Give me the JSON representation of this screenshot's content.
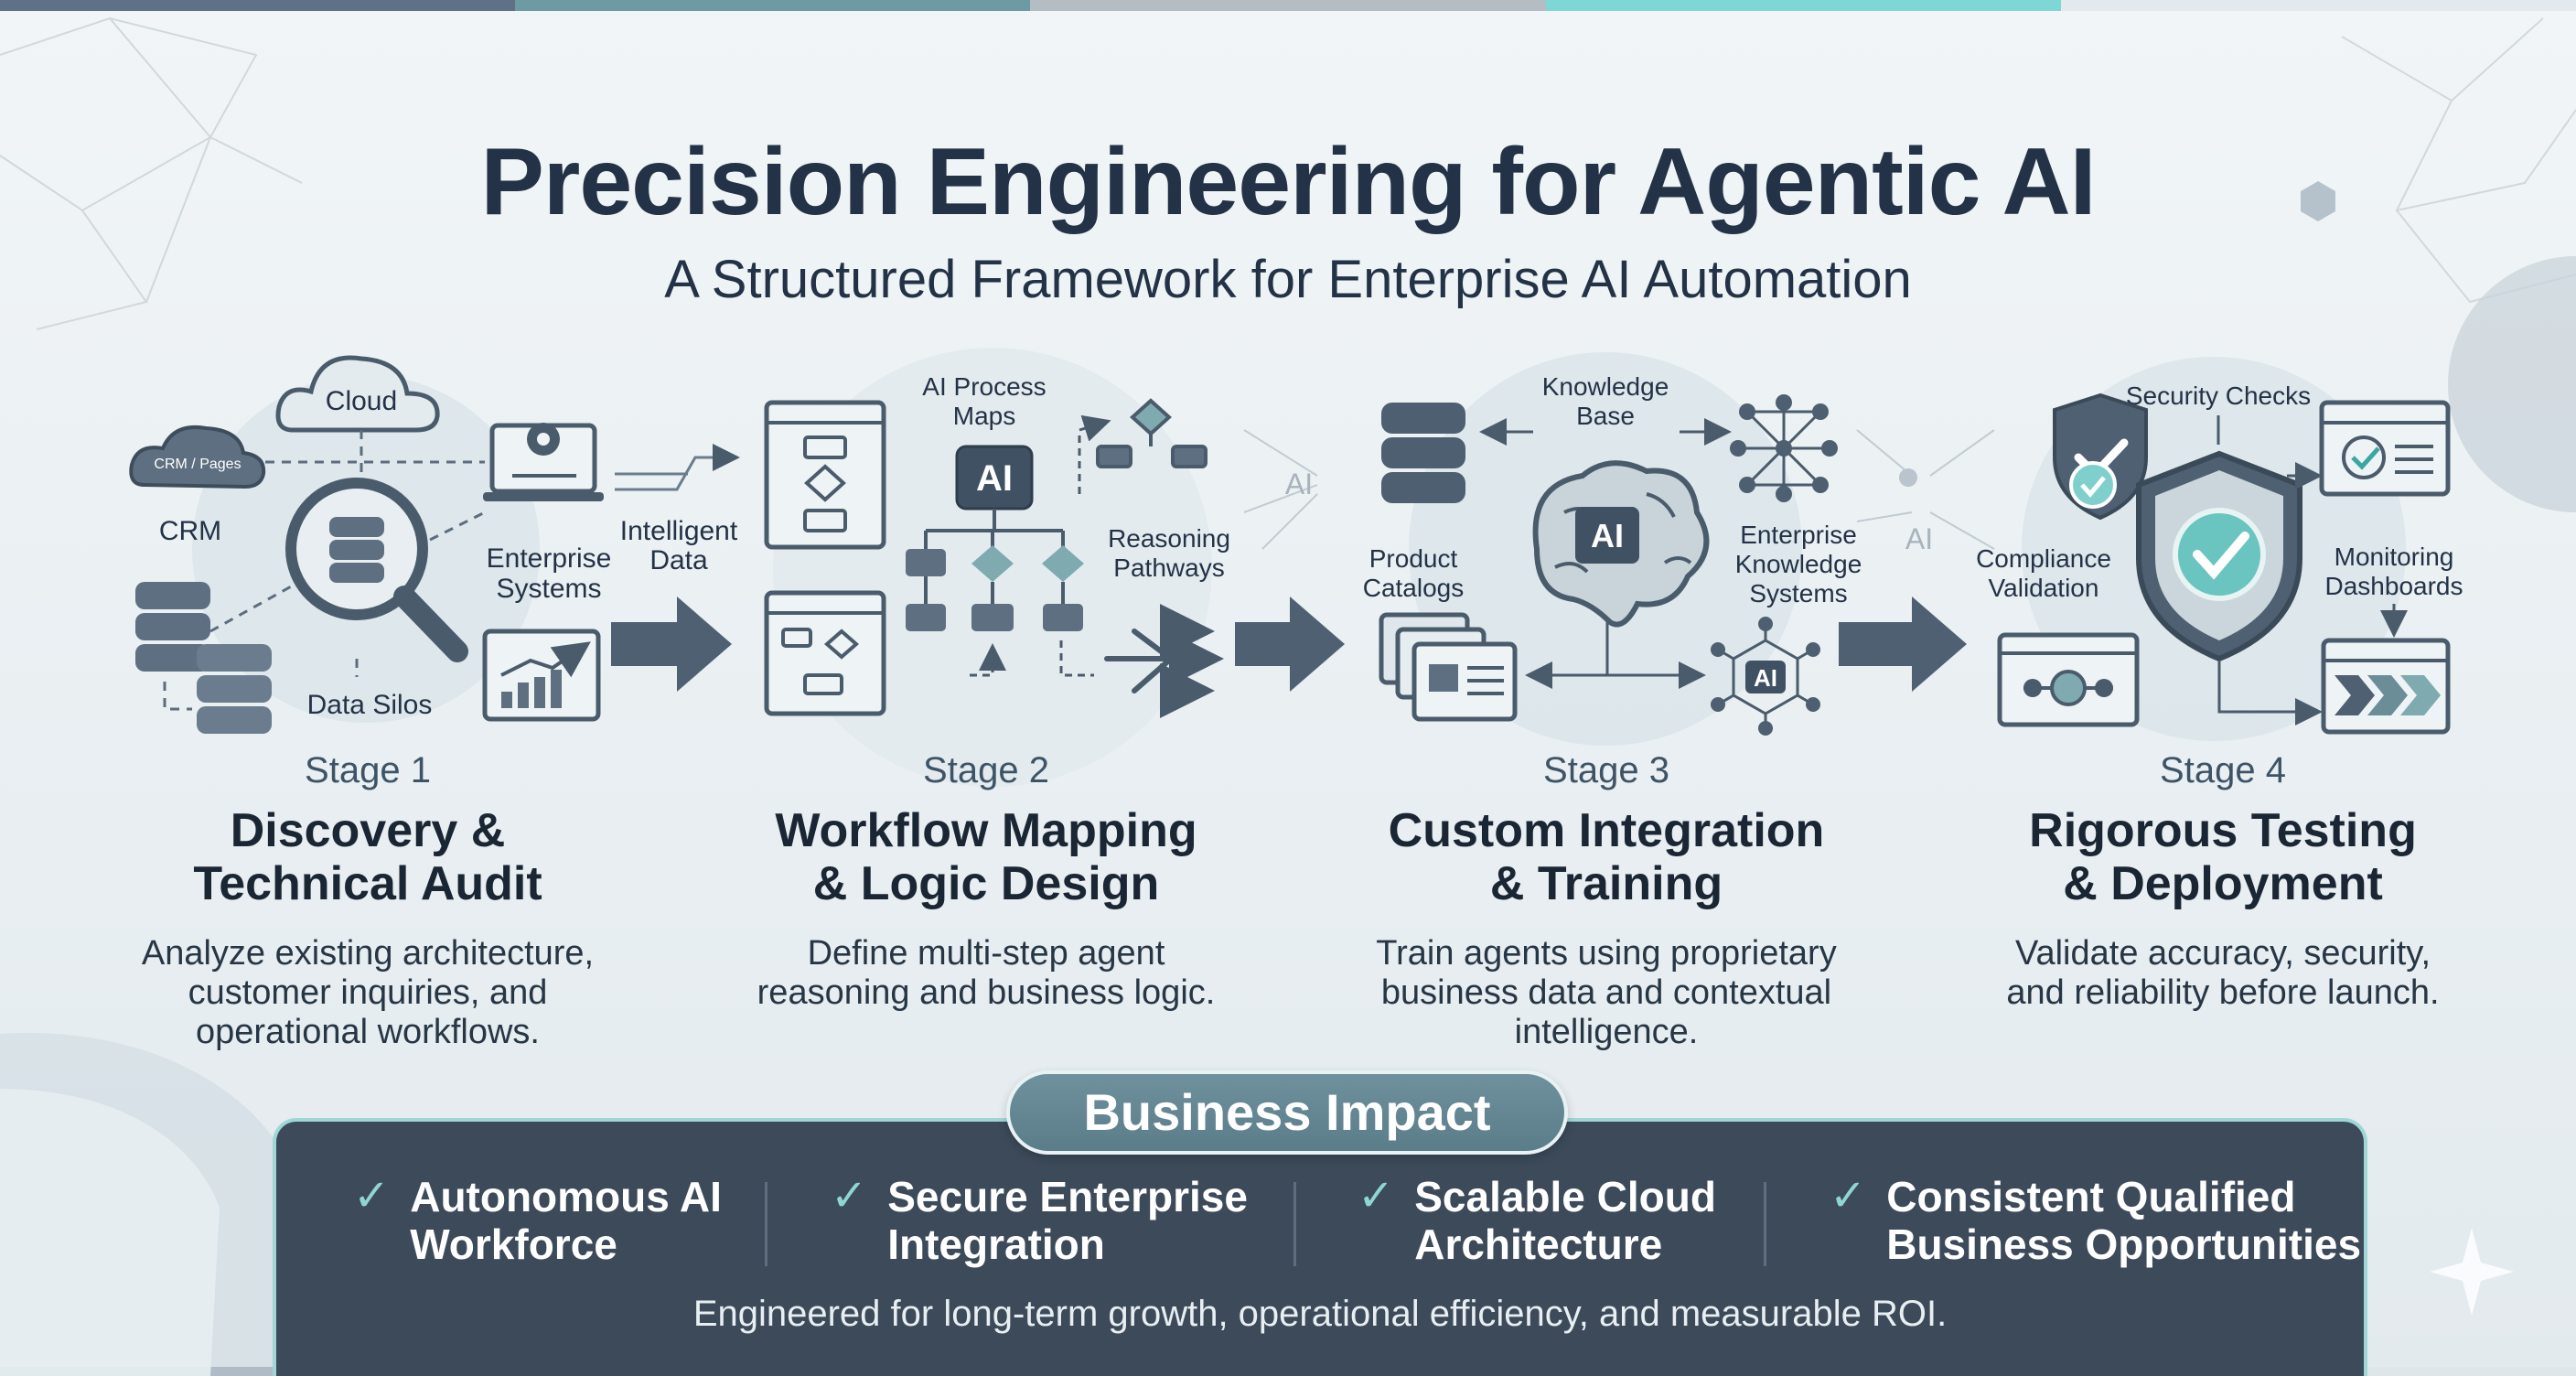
{
  "header": {
    "title": "Precision Engineering for Agentic AI",
    "subtitle": "A Structured Framework for Enterprise AI Automation"
  },
  "stages": [
    {
      "label": "Stage 1",
      "title_line1": "Discovery &",
      "title_line2": "Technical Audit",
      "desc_line1": "Analyze existing architecture,",
      "desc_line2": "customer inquiries, and",
      "desc_line3": "operational workflows.",
      "icons": {
        "cloud": "Cloud",
        "crm_badge": "CRM / Pages",
        "crm": "CRM",
        "enterprise_line1": "Enterprise",
        "enterprise_line2": "Systems",
        "data_silos": "Data Silos",
        "intelligent_line1": "Intelligent",
        "intelligent_line2": "Data"
      }
    },
    {
      "label": "Stage 2",
      "title_line1": "Workflow Mapping",
      "title_line2": "& Logic Design",
      "desc_line1": "Define multi-step agent",
      "desc_line2": "reasoning and business logic.",
      "icons": {
        "maps_line1": "AI Process",
        "maps_line2": "Maps",
        "ai_chip": "AI",
        "reasoning_line1": "Reasoning",
        "reasoning_line2": "Pathways"
      }
    },
    {
      "label": "Stage 3",
      "title_line1": "Custom Integration",
      "title_line2": "& Training",
      "desc_line1": "Train agents using proprietary",
      "desc_line2": "business data and contextual",
      "desc_line3": "intelligence.",
      "icons": {
        "kb_line1": "Knowledge",
        "kb_line2": "Base",
        "product_line1": "Product",
        "product_line2": "Catalogs",
        "eks_line1": "Enterprise",
        "eks_line2": "Knowledge",
        "eks_line3": "Systems",
        "ai_brain": "AI",
        "ai_net": "AI",
        "ai_left": "AI"
      }
    },
    {
      "label": "Stage 4",
      "title_line1": "Rigorous Testing",
      "title_line2": "& Deployment",
      "desc_line1": "Validate accuracy, security,",
      "desc_line2": "and reliability before launch.",
      "icons": {
        "security": "Security Checks",
        "compliance_line1": "Compliance",
        "compliance_line2": "Validation",
        "monitoring_line1": "Monitoring",
        "monitoring_line2": "Dashboards",
        "ai_left": "AI"
      }
    }
  ],
  "impact": {
    "heading": "Business Impact",
    "items": [
      {
        "line1": "Autonomous AI",
        "line2": "Workforce"
      },
      {
        "line1": "Secure Enterprise",
        "line2": "Integration"
      },
      {
        "line1": "Scalable Cloud",
        "line2": "Architecture"
      },
      {
        "line1": "Consistent Qualified",
        "line2": "Business Opportunities"
      }
    ],
    "check_glyph": "✓",
    "footer": "Engineered for long-term growth, operational efficiency, and measurable ROI."
  },
  "colors": {
    "accent_teal": "#7fd0cc",
    "slate": "#4a5b6c",
    "panel": "#3c4a5a",
    "title": "#233246",
    "bar_segments": [
      "#5f7186",
      "#6e9aa4",
      "#b4bcc4",
      "#7ed7d4",
      "#e4e9ed"
    ]
  }
}
